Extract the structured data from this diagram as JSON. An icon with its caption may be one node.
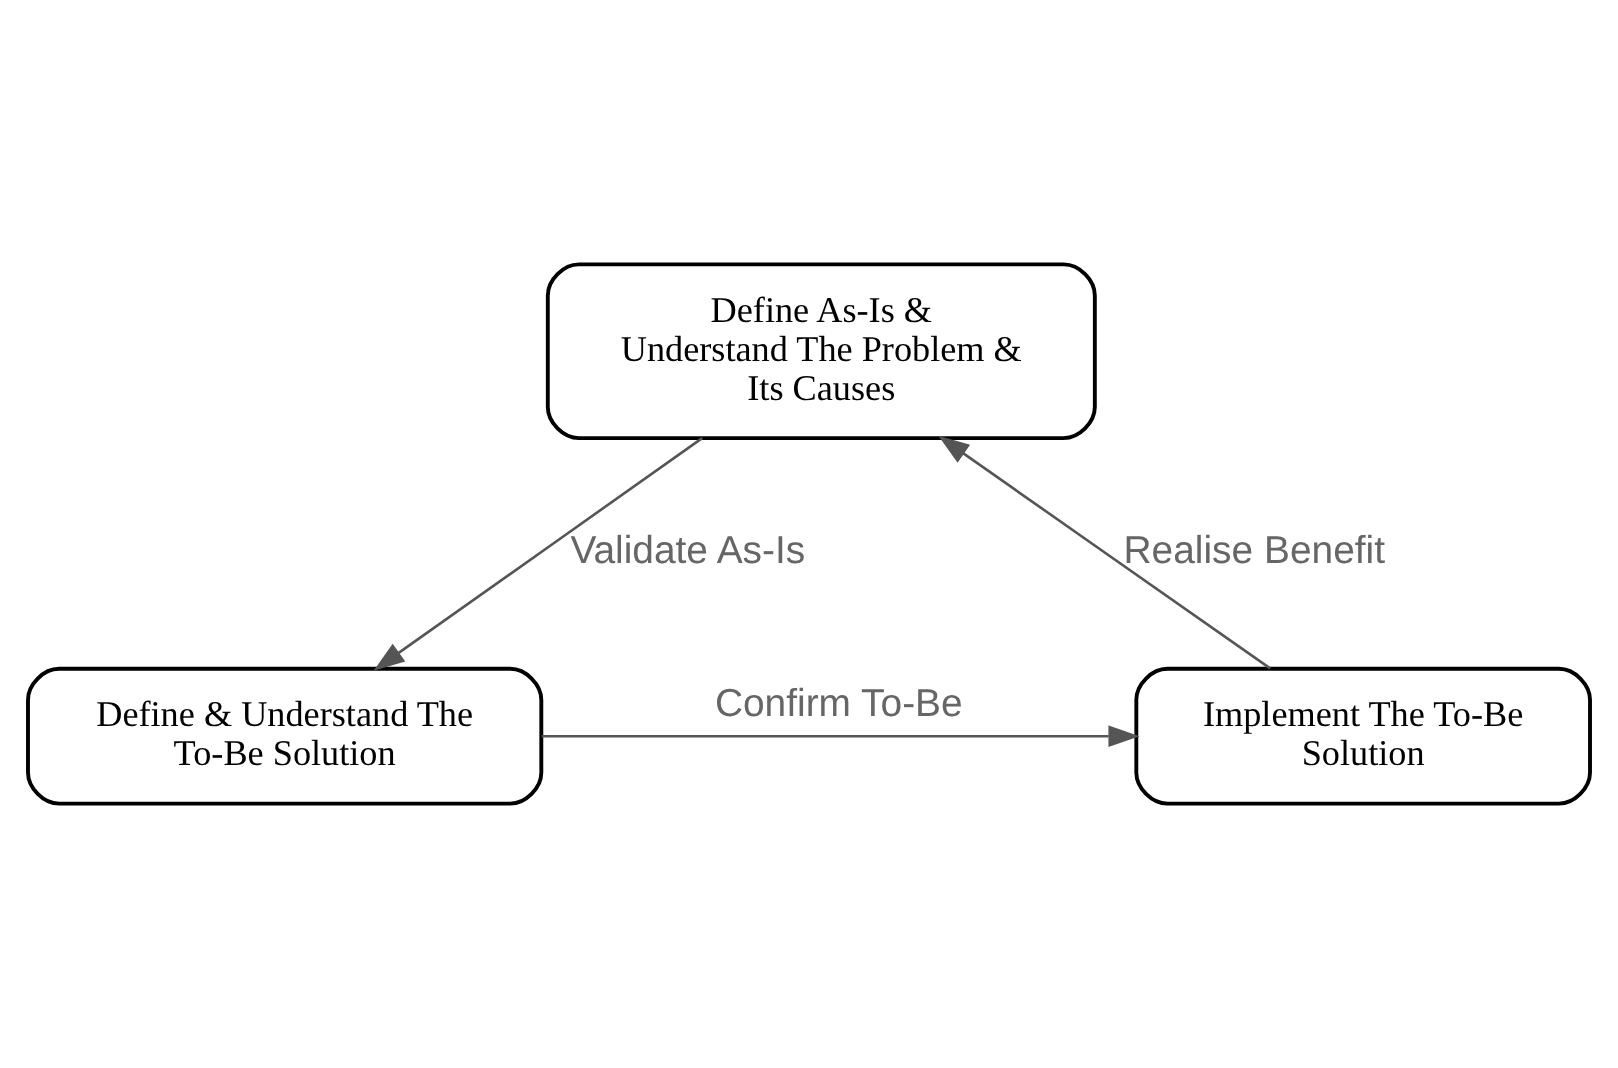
{
  "diagram": {
    "nodes": [
      {
        "text": [
          "Define As-Is & Understand The Problem & Its Causes"
        ]
      },
      {
        "text": [
          "Define & Understand The To-Be Solution"
        ]
      },
      {
        "text": [
          "Implement The To-Be Solution"
        ]
      }
    ],
    "edges": [
      {
        "from": 0,
        "to": 1,
        "arrow": "to",
        "label": "Validate As-Is"
      },
      {
        "from": 1,
        "to": 2,
        "arrow": "to",
        "label": "Confirm To-Be"
      },
      {
        "from": 2,
        "to": 0,
        "arrow": "to",
        "label": "Realise Benefit"
      }
    ]
  }
}
